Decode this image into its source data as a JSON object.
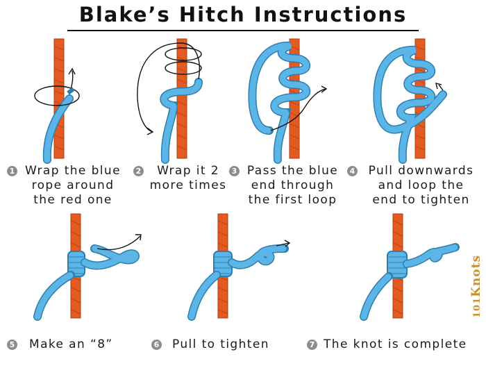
{
  "title": "Blake’s Hitch Instructions",
  "colors": {
    "red_rope": "#e35b22",
    "blue_rope": "#5bb5e6",
    "badge": "#8c8c8c",
    "brand": "#c8922e"
  },
  "steps": [
    {
      "number": "1",
      "lines": [
        "Wrap the blue",
        "rope around",
        "the red one"
      ]
    },
    {
      "number": "2",
      "lines": [
        "Wrap it 2",
        "more times"
      ]
    },
    {
      "number": "3",
      "lines": [
        "Pass the blue",
        "end through",
        "the first loop"
      ]
    },
    {
      "number": "4",
      "lines": [
        "Pull downwards",
        "and loop the",
        "end to tighten"
      ]
    },
    {
      "number": "5",
      "lines": [
        "Make an “8”"
      ]
    },
    {
      "number": "6",
      "lines": [
        "Pull to tighten"
      ]
    },
    {
      "number": "7",
      "lines": [
        "The knot is complete"
      ]
    }
  ],
  "brand": {
    "prefix": "101",
    "rest": "Knots"
  }
}
